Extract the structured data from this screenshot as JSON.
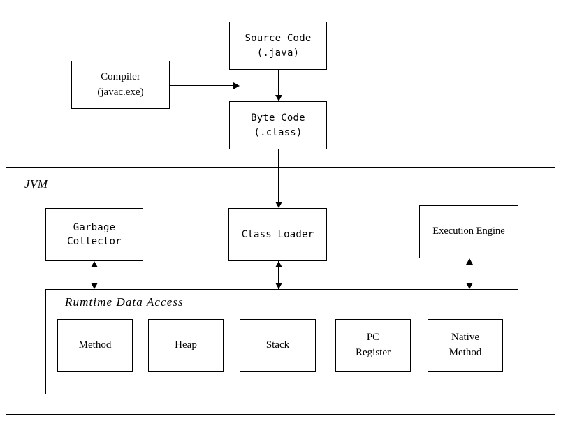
{
  "diagram": {
    "title_label": "JVM",
    "runtime_label": "Rumtime Data Access",
    "nodes": {
      "compiler": {
        "line1": "Compiler",
        "line2": "(javac.exe)"
      },
      "source_code": {
        "line1": "Source Code",
        "line2": "(.java)"
      },
      "byte_code": {
        "line1": "Byte Code",
        "line2": "(.class)"
      },
      "garbage_collector": {
        "line1": "Garbage Collector"
      },
      "class_loader": {
        "line1": "Class Loader"
      },
      "execution_engine": {
        "line1": "Execution Engine"
      },
      "method": {
        "line1": "Method"
      },
      "heap": {
        "line1": "Heap"
      },
      "stack": {
        "line1": "Stack"
      },
      "pc_register": {
        "line1": "PC",
        "line2": "Register"
      },
      "native_method": {
        "line1": "Native",
        "line2": "Method"
      }
    },
    "colors": {
      "stroke": "#000000",
      "background": "#ffffff",
      "text": "#000000"
    }
  }
}
